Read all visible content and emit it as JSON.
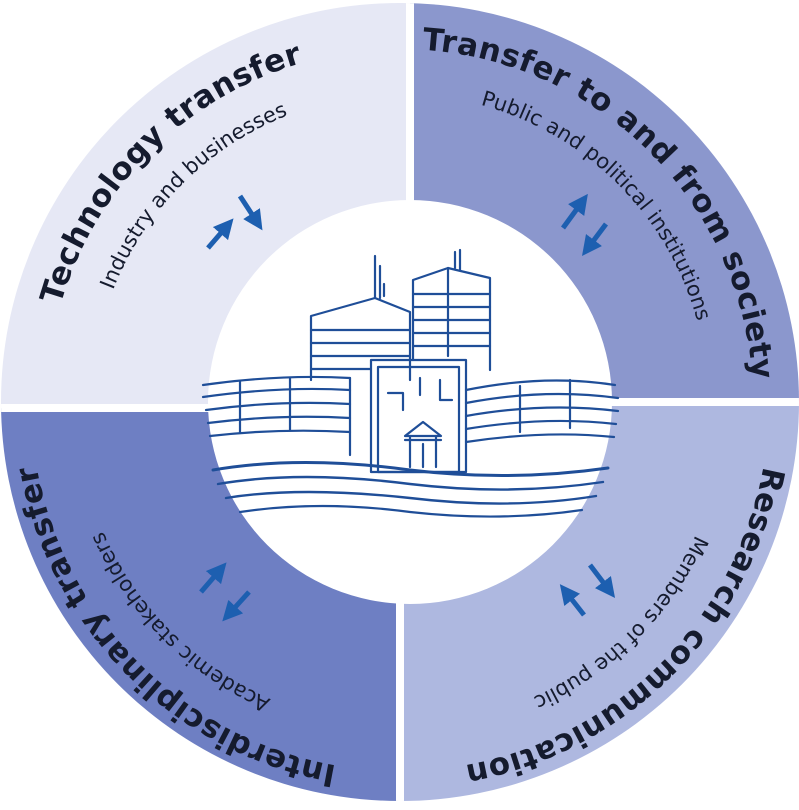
{
  "colors": {
    "q_top_left": "#e6e8f5",
    "q_top_right": "#8b97cd",
    "q_bottom_left": "#6e7fc3",
    "q_bottom_right": "#aeb8e0",
    "arrow": "#1d5fb0",
    "building": "#1f4e98",
    "text": "#151b2e"
  },
  "quadrants": {
    "top_left": {
      "title": "Technology transfer",
      "subtitle": "Industry and businesses"
    },
    "top_right": {
      "title": "Transfer to and from society",
      "subtitle": "Public and political institutions"
    },
    "bottom_left": {
      "title": "Interdisciplinary transfer",
      "subtitle": "Academic stakeholders"
    },
    "bottom_right": {
      "title": "Research communication",
      "subtitle": "Members of the public"
    }
  },
  "center_icon": "university-building-icon",
  "arrow_icon": "bidirectional-arrows-icon"
}
